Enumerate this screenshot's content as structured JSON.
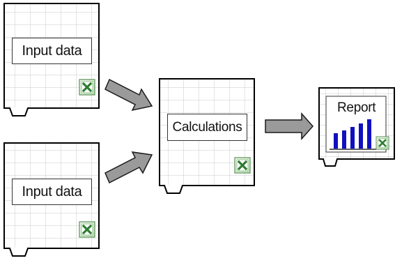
{
  "sheets": {
    "input_1": {
      "label": "Input data"
    },
    "input_2": {
      "label": "Input data"
    },
    "calculations": {
      "label": "Calculations"
    },
    "report": {
      "title": "Report"
    }
  },
  "icons": {
    "excel": "excel-icon"
  },
  "colors": {
    "grid_line": "#c8c8c8",
    "sheet_border": "#000000",
    "arrow_fill": "#9a9a9a",
    "bar_fill": "#1010c0",
    "excel_green": "#3f8a3f"
  }
}
